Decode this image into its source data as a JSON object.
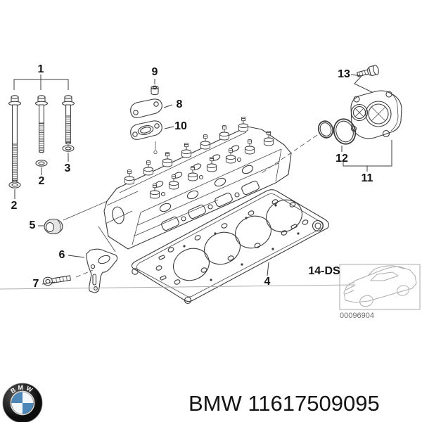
{
  "diagram": {
    "type": "exploded-parts-diagram",
    "subject": "cylinder-head-gasket-set",
    "variant_label": "14-DS",
    "car_code": "00096904",
    "callouts": {
      "c1": "1",
      "c2a": "2",
      "c2b": "2",
      "c3": "3",
      "c4": "4",
      "c5": "5",
      "c6": "6",
      "c7": "7",
      "c8": "8",
      "c9": "9",
      "c10": "10",
      "c11": "11",
      "c12": "12",
      "c13": "13"
    }
  },
  "footer": {
    "logo_letters": "BMW",
    "caption": "BMW 11617509095"
  },
  "colors": {
    "line": "#3c3c3c",
    "muted_line": "#adadad",
    "text": "#141414",
    "muted_text": "#6e6e6e",
    "bmw_blue": "#4d87b8"
  }
}
